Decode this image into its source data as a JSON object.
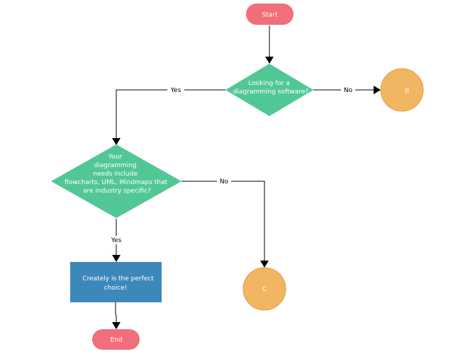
{
  "colors": {
    "terminal": "#f26e7a",
    "decision": "#52c796",
    "process": "#3d88ba",
    "connector": "#f2b561",
    "connector_border": "#e0a04c",
    "edge": "#000000",
    "text_on_shape": "#ffffff"
  },
  "nodes": {
    "start": {
      "label": "Start"
    },
    "decision1": {
      "lines": [
        "Looking for a",
        "diagramming  software?"
      ]
    },
    "connector_b": {
      "label": "B"
    },
    "decision2": {
      "lines": [
        "Your",
        "diagramming",
        "needs include",
        "flowcharts, UML,  Mindmaps that",
        "are industry specific?"
      ]
    },
    "process": {
      "lines": [
        "Creately is the perfect",
        "choice!"
      ]
    },
    "connector_c": {
      "label": "C"
    },
    "end": {
      "label": "End"
    }
  },
  "edges": {
    "d1_yes": {
      "label": "Yes"
    },
    "d1_no": {
      "label": "No"
    },
    "d2_no": {
      "label": "No"
    },
    "d2_yes": {
      "label": "Yes"
    }
  }
}
